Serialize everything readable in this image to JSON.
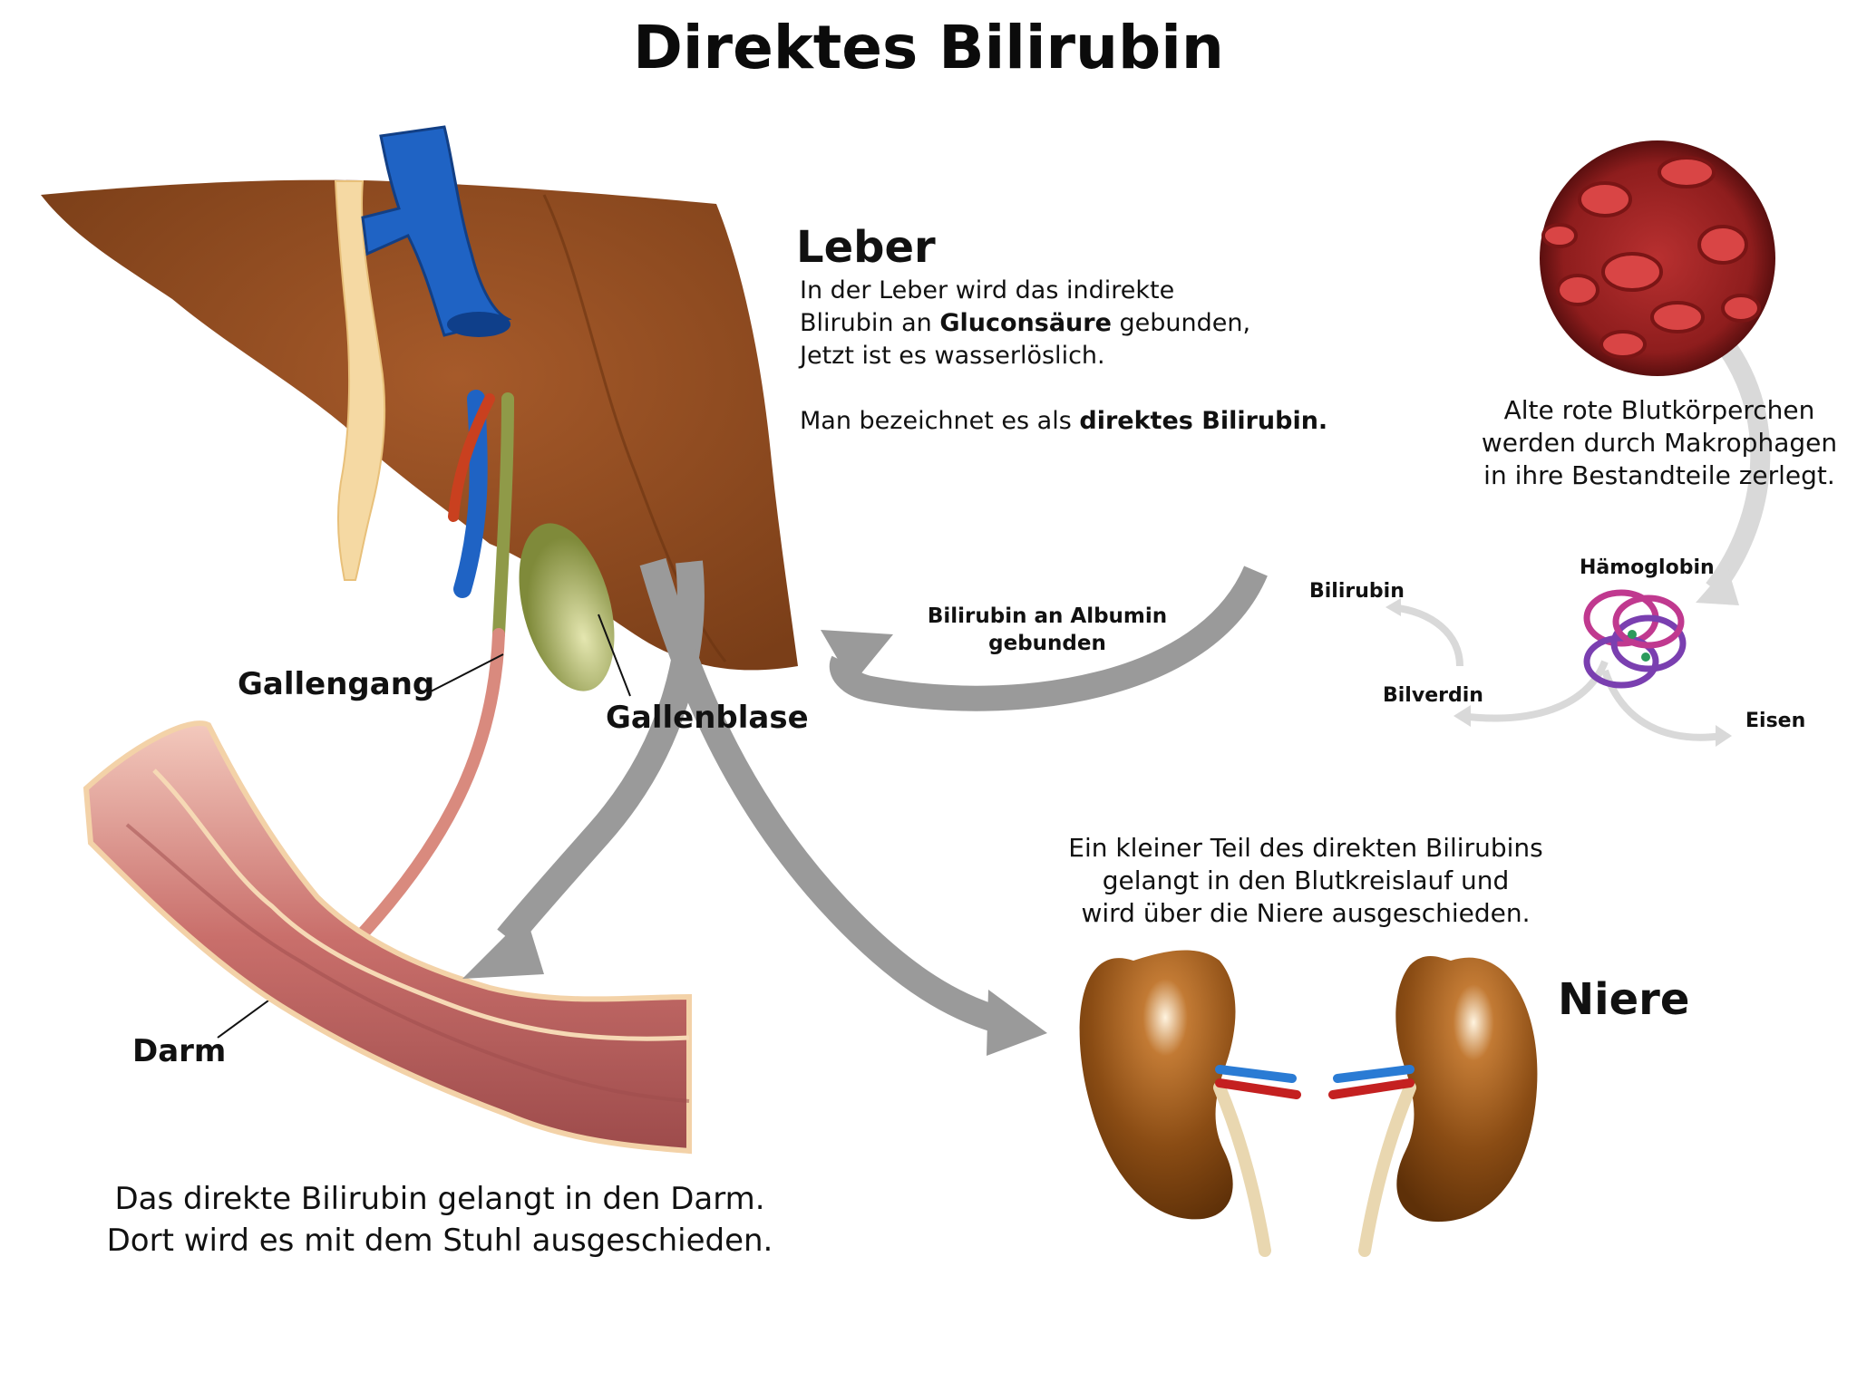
{
  "title": "Direktes Bilirubin",
  "liver": {
    "heading": "Leber",
    "line1": "In der Leber wird das indirekte",
    "line2_pre": "Blirubin an ",
    "line2_bold": "Gluconsäure",
    "line2_post": " gebunden,",
    "line3": "Jetzt ist es wasserlöslich.",
    "line4_pre": "Man bezeichnet es als ",
    "line4_bold": "direktes Bilirubin."
  },
  "blood": {
    "line1": "Alte rote Blutkörperchen",
    "line2": "werden durch Makrophagen",
    "line3": "in ihre Bestandteile zerlegt."
  },
  "hemo": {
    "haemoglobin": "Hämoglobin",
    "bilirubin": "Bilirubin",
    "bilverdin": "Bilverdin",
    "eisen": "Eisen"
  },
  "albumin": {
    "line1": "Bilirubin an Albumin",
    "line2": "gebunden"
  },
  "labels": {
    "gallengang": "Gallengang",
    "gallenblase": "Gallenblase",
    "darm": "Darm"
  },
  "kidney": {
    "heading": "Niere",
    "line1": "Ein kleiner Teil des direkten Bilirubins",
    "line2": "gelangt in den Blutkreislauf und",
    "line3": "wird über die Niere ausgeschieden."
  },
  "intestine": {
    "line1": "Das direkte Bilirubin gelangt in den Darm.",
    "line2": "Dort wird es mit dem Stuhl ausgeschieden."
  },
  "colors": {
    "liver": "#8b4a1f",
    "vein": "#1f63c4",
    "artery": "#c9401f",
    "gallbladder": "#8f9a48",
    "intestine": "#c96f6b",
    "kidney": "#8a4c14",
    "arrow": "#9a9a9a",
    "light_arrow": "#d9d9d9"
  }
}
